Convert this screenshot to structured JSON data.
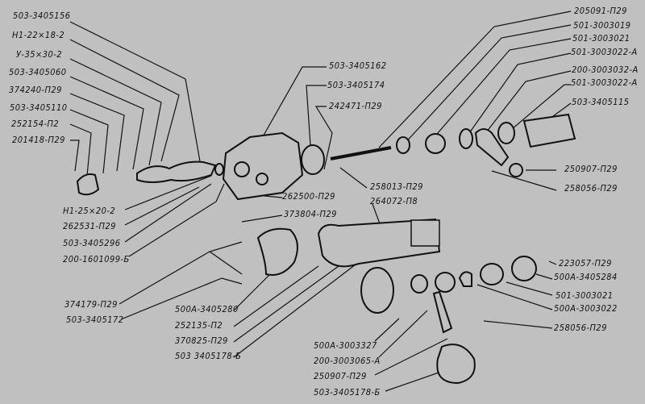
{
  "labels": {
    "l1": "503-3405156",
    "l2": "Н1-22×18-2",
    "l3": "У-35×30-2",
    "l4": "503-3405060",
    "l5": "374240-П29",
    "l6": "503-3405110",
    "l7": "252154-П2",
    "l8": "201418-П29",
    "l9": "Н1-25×20-2",
    "l10": "262531-П29",
    "l11": "503-3405296",
    "l12": "200-1601099-Б",
    "l13": "374179-П29",
    "l14": "503-3405172",
    "l15": "500А-3405280",
    "l16": "252135-П2",
    "l17": "370825-П29",
    "l18": "503 3405178-Б",
    "m1": "503-3405162",
    "m2": "503-3405174",
    "m3": "242471-П29",
    "m4": "262500-П29",
    "m5": "373804-П29",
    "m6": "258013-П29",
    "m7": "264072-П8",
    "r1": "205091-П29",
    "r2": "501-3003019",
    "r3": "501-3003021",
    "r4": "501-3003022-А",
    "r5": "200-3003032-А",
    "r6": "501-3003022-А",
    "r7": "503-3405115",
    "r8": "250907-П29",
    "r9": "258056-П29",
    "r10": "223057-П29",
    "r11": "500А-3405284",
    "r12": "501-3003021",
    "r13": "500А-3003022",
    "r14": "258056-П29",
    "b1": "500А-3003327",
    "b2": "200-3003065-А",
    "b3": "250907-П29",
    "b4": "503-3405178-Б"
  }
}
